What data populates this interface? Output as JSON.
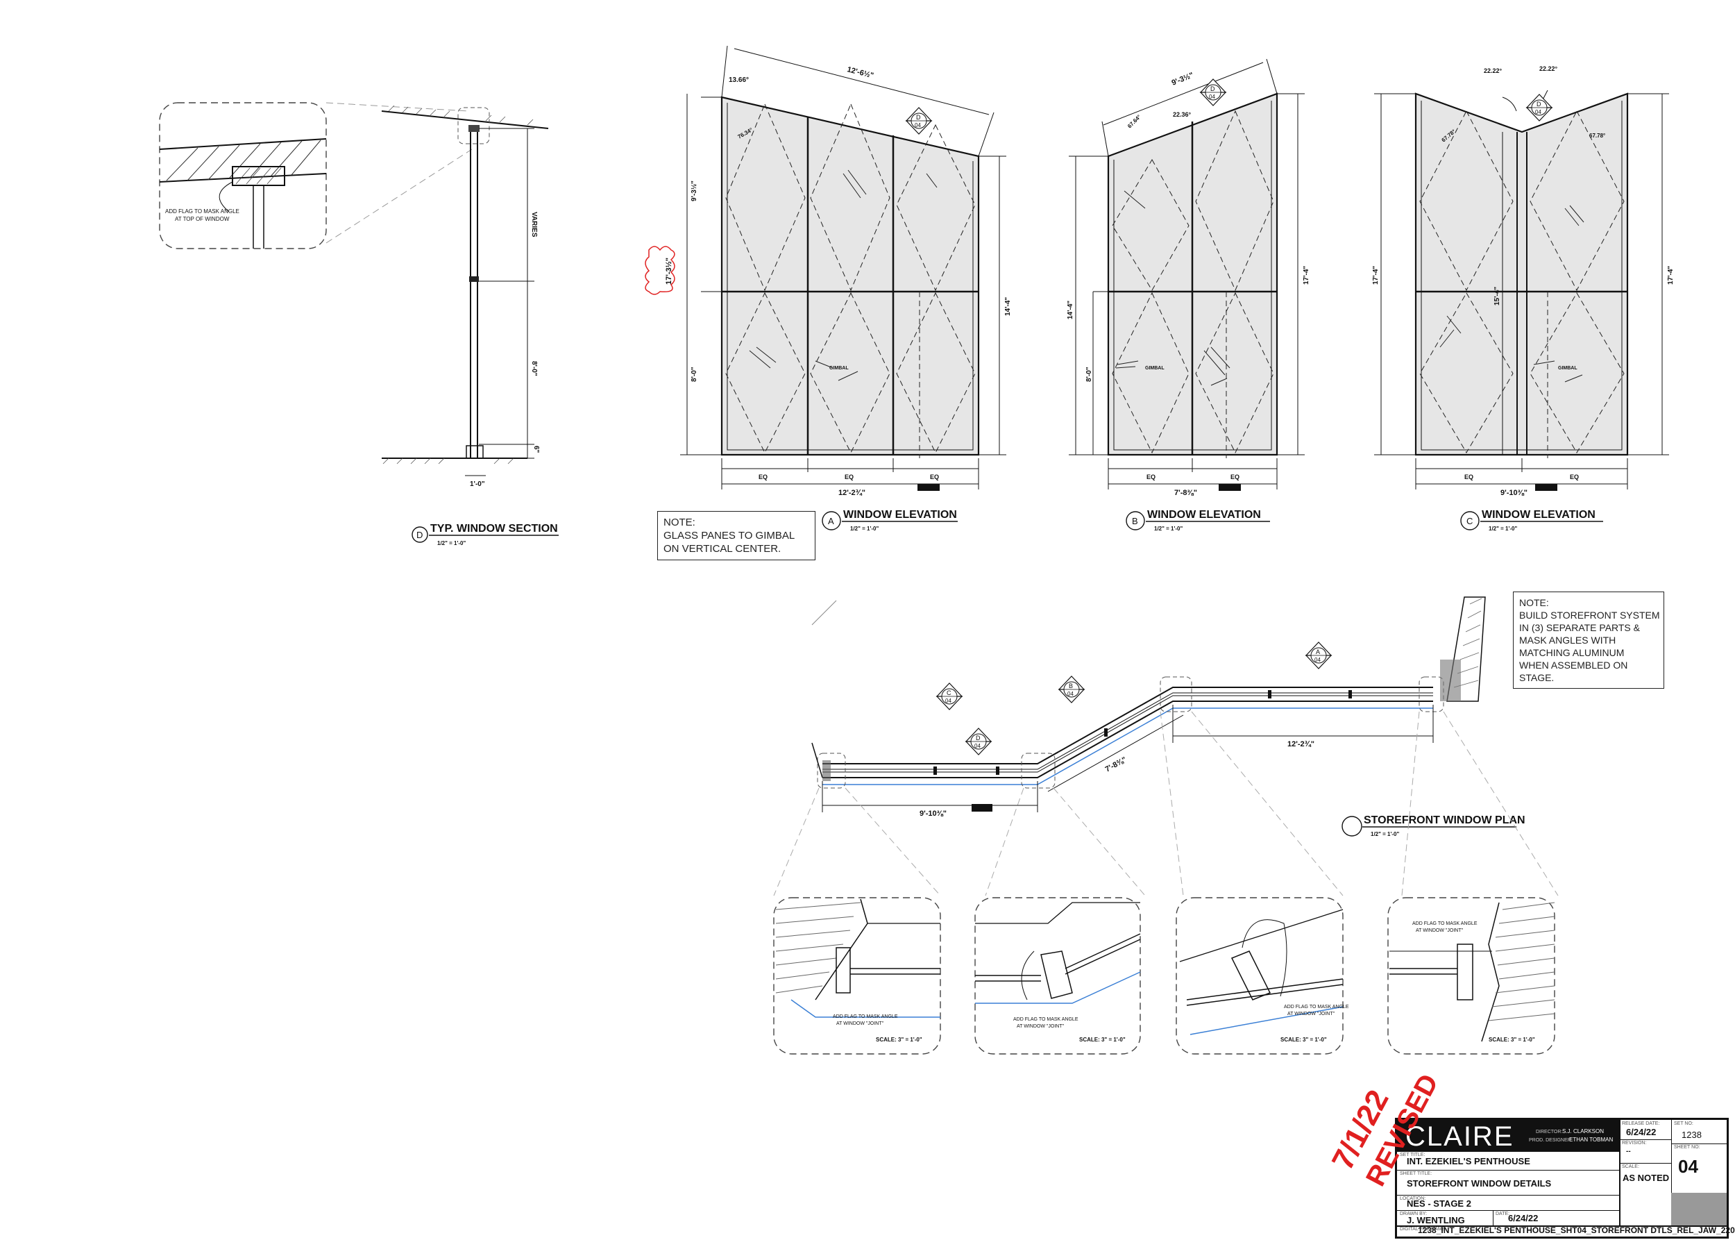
{
  "section_d": {
    "title": "TYP. WINDOW SECTION",
    "tag": "D",
    "scale": "1/2\" = 1'-0\"",
    "note": [
      "ADD FLAG TO MASK ANGLE",
      "AT TOP OF WINDOW"
    ],
    "dim_varies": "VARIES",
    "dim_8ft": "8'-0\"",
    "dim_6in": "6\"",
    "dim_1ft": "1'-0\""
  },
  "elevation_a": {
    "title": "WINDOW ELEVATION",
    "tag": "A",
    "scale": "1/2\" = 1'-0\"",
    "dim_top": "12'-6½\"",
    "dim_width": "12'-2¾\"",
    "dim_left_upper": "9'-3½\"",
    "dim_left_total": "17'-3½\"",
    "dim_left_lower": "8'-0\"",
    "dim_right": "14'-4\"",
    "angle1": "13.66°",
    "angle2": "76.34°",
    "eq": [
      "EQ",
      "EQ",
      "EQ"
    ],
    "gimbal": "GIMBAL",
    "callout": "D",
    "callout_sheet": "04"
  },
  "elevation_b": {
    "title": "WINDOW ELEVATION",
    "tag": "B",
    "scale": "1/2\" = 1'-0\"",
    "dim_top": "9'-3½\"",
    "dim_width": "7'-8⅜\"",
    "dim_left": "14'-4\"",
    "dim_left_lower": "8'-0\"",
    "dim_right": "17'-4\"",
    "angle1": "22.36°",
    "angle2": "67.64°",
    "eq": [
      "EQ",
      "EQ"
    ],
    "gimbal": "GIMBAL",
    "callout": "D",
    "callout_sheet": "04"
  },
  "elevation_c": {
    "title": "WINDOW ELEVATION",
    "tag": "C",
    "scale": "1/2\" = 1'-0\"",
    "dim_width": "9'-10⅜\"",
    "dim_left": "17'-4\"",
    "dim_center": "15'-4\"",
    "dim_right": "17'-4\"",
    "angle1": "22.22°",
    "angle2": "22.22°",
    "angle3": "67.78°",
    "angle4": "67.78°",
    "eq": [
      "EQ",
      "EQ"
    ],
    "gimbal": "GIMBAL",
    "callout": "D",
    "callout_sheet": "04"
  },
  "note_gimbal": [
    "NOTE:",
    "GLASS PANES TO GIMBAL",
    "ON VERTICAL CENTER."
  ],
  "note_storefront": [
    "NOTE:",
    "BUILD STOREFRONT SYSTEM",
    "IN (3) SEPARATE PARTS &",
    "MASK ANGLES WITH",
    "MATCHING ALUMINUM",
    "WHEN ASSEMBLED ON",
    "STAGE."
  ],
  "plan": {
    "title": "STOREFRONT WINDOW PLAN",
    "scale": "1/2\" = 1'-0\"",
    "dim_c": "9'-10⅜\"",
    "dim_b": "7'-8⅜\"",
    "dim_a": "12'-2¾\"",
    "callouts": [
      {
        "tag": "C",
        "sheet": "04"
      },
      {
        "tag": "B",
        "sheet": "04"
      },
      {
        "tag": "A",
        "sheet": "04"
      },
      {
        "tag": "D",
        "sheet": "04"
      }
    ]
  },
  "details": [
    {
      "note": [
        "ADD FLAG TO MASK ANGLE",
        "AT WINDOW \"JOINT\""
      ],
      "scale": "SCALE: 3\" = 1'-0\""
    },
    {
      "note": [
        "ADD FLAG TO MASK ANGLE",
        "AT WINDOW \"JOINT\""
      ],
      "scale": "SCALE: 3\" = 1'-0\""
    },
    {
      "note": [
        "ADD FLAG TO MASK ANGLE",
        "AT WINDOW \"JOINT\""
      ],
      "scale": "SCALE: 3\" = 1'-0\""
    },
    {
      "note": [
        "ADD FLAG TO MASK ANGLE",
        "AT WINDOW \"JOINT\""
      ],
      "scale": "SCALE: 3\" = 1'-0\""
    }
  ],
  "stamp": {
    "date": "7/1/22",
    "word": "REVISED"
  },
  "title_block": {
    "logo": "CLAIRE",
    "director_label": "DIRECTOR:",
    "director": "S.J. CLARKSON",
    "designer_label": "PROD. DESIGNER:",
    "designer": "ETHAN TOBMAN",
    "set_title_label": "SET TITLE:",
    "set_title": "INT. EZEKIEL'S PENTHOUSE",
    "sheet_title_label": "SHEET TITLE:",
    "sheet_title": "STOREFRONT WINDOW DETAILS",
    "location_label": "LOCATION:",
    "location": "NES - STAGE 2",
    "drawn_by_label": "DRAWN BY:",
    "drawn_by": "J. WENTLING",
    "date_label": "DATE:",
    "date": "6/24/22",
    "release_label": "RELEASE DATE:",
    "release_date": "6/24/22",
    "revision_label": "REVISION:",
    "revision": "--",
    "scale_label": "SCALE:",
    "scale": "AS NOTED",
    "set_no_label": "SET NO:",
    "set_no": "1238",
    "sheet_no_label": "SHEET NO:",
    "sheet_no": "04",
    "file_label": "DIGITAL FILE NAME:",
    "file_name": "1238_INT_EZEKIEL'S PENTHOUSE_SHT04_STOREFRONT DTLS_REL_JAW_220"
  },
  "colors": {
    "line": "#111111",
    "glass": "#e6e6e6",
    "blue": "#3a7fd5",
    "red": "#e02020",
    "gray": "#9a9a9a"
  }
}
